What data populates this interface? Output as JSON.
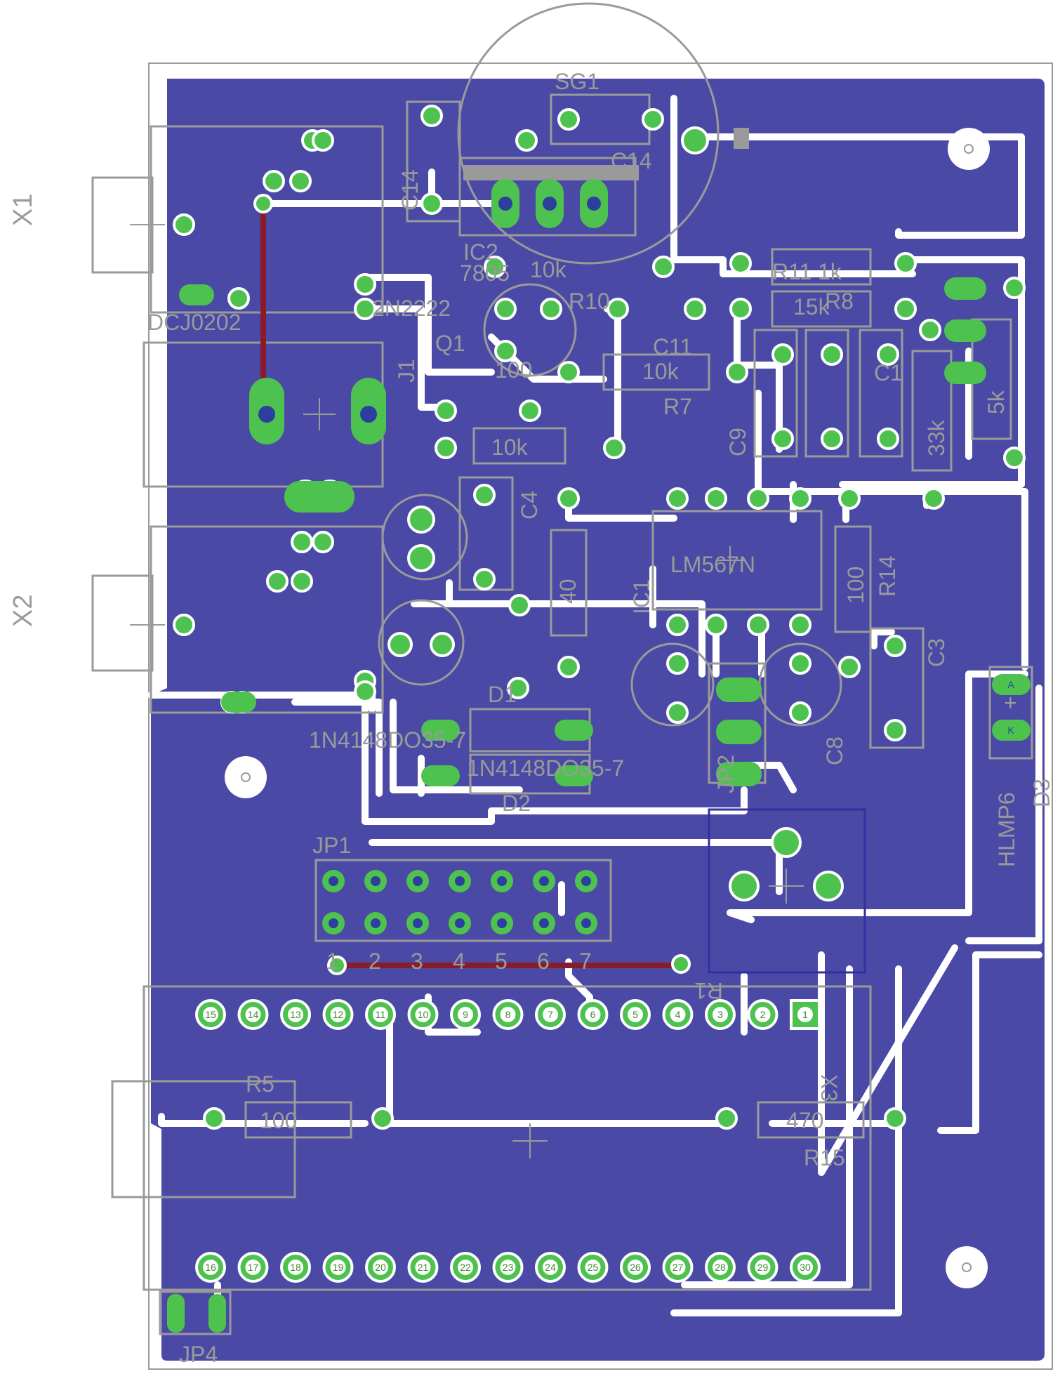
{
  "colors": {
    "background": "#ffffff",
    "copper": "#4a4aa6",
    "clearance": "#ffffff",
    "silkscreen": "#9a9a9a",
    "pad_ring": "#4ec24e",
    "pad_hole": "#2c3f9e",
    "wire": "#8a1c2a",
    "outline": "#3030a0"
  },
  "labels": {
    "x1": "X1",
    "x2": "X2",
    "sg1": "SG1",
    "dcj": "DCJ0202",
    "q1_type": "2N2222",
    "q1": "Q1",
    "ic2": "IC2",
    "ic2_type": "7805",
    "ic1": "IC1",
    "ic1_type": "LM567N",
    "j1": "J1",
    "jp1": "JP1",
    "jp2": "JP2",
    "jp4": "JP4",
    "d1": "D1",
    "d2": "D2",
    "d3": "D3",
    "d1_type": "1N4148DO35-7",
    "d2_type": "1N4148DO35-7",
    "d3_type": "HLMP6",
    "x3": "X3",
    "r1": "R1",
    "r5": "R5",
    "r5_val": "100",
    "r7": "R7",
    "r7_val": "10k",
    "r8": "R8",
    "r8_val": "15k",
    "r10": "R10",
    "r10_val": "10k",
    "r11": "R11",
    "r11_val": "1k",
    "r14": "R14",
    "r14_val": "100",
    "r15": "R15",
    "r15_val": "470",
    "r_100": "100",
    "r_10k": "10k",
    "r_33k": "33k",
    "r_5k": "5k",
    "r_40": "40",
    "c3": "C3",
    "c4": "C4",
    "c8": "C8",
    "c9": "C9",
    "c11": "C11",
    "c14": "C14",
    "c1": "C1",
    "pin_1": "1",
    "pin_2": "2",
    "pin_3": "3",
    "pin_4": "4",
    "pin_5": "5",
    "pin_6": "6",
    "pin_7": "7",
    "plus": "+",
    "led_a": "A",
    "led_k": "K"
  },
  "header_top_pins": [
    "15",
    "14",
    "13",
    "12",
    "11",
    "10",
    "9",
    "8",
    "7",
    "6",
    "5",
    "4",
    "3",
    "2",
    "1"
  ],
  "header_bottom_pins": [
    "16",
    "17",
    "18",
    "19",
    "20",
    "21",
    "22",
    "23",
    "24",
    "25",
    "26",
    "27",
    "28",
    "29",
    "30"
  ],
  "jp1_col_labels": [
    "1",
    "2",
    "3",
    "4",
    "5",
    "6",
    "7"
  ]
}
